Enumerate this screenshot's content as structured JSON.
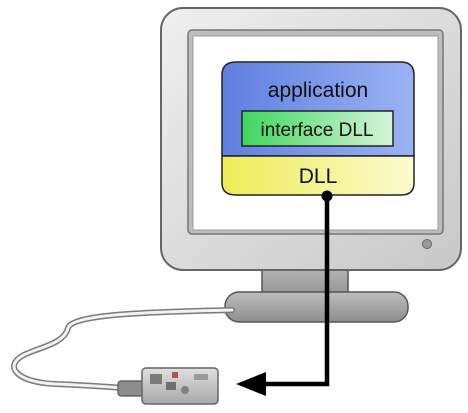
{
  "diagram": {
    "app_label": "application",
    "interface_label": "interface DLL",
    "dll_label": "DLL",
    "colors": {
      "app_fill": "#6f8fe6",
      "interface_fill": "#6ee08a",
      "dll_fill": "#f2f07a",
      "monitor_fill": "#dcdcdc",
      "screen_fill": "#ffffff",
      "cable": "#888888",
      "arrow": "#000000"
    },
    "icons": [
      "monitor-icon",
      "usb-device-icon",
      "arrow-icon"
    ]
  }
}
